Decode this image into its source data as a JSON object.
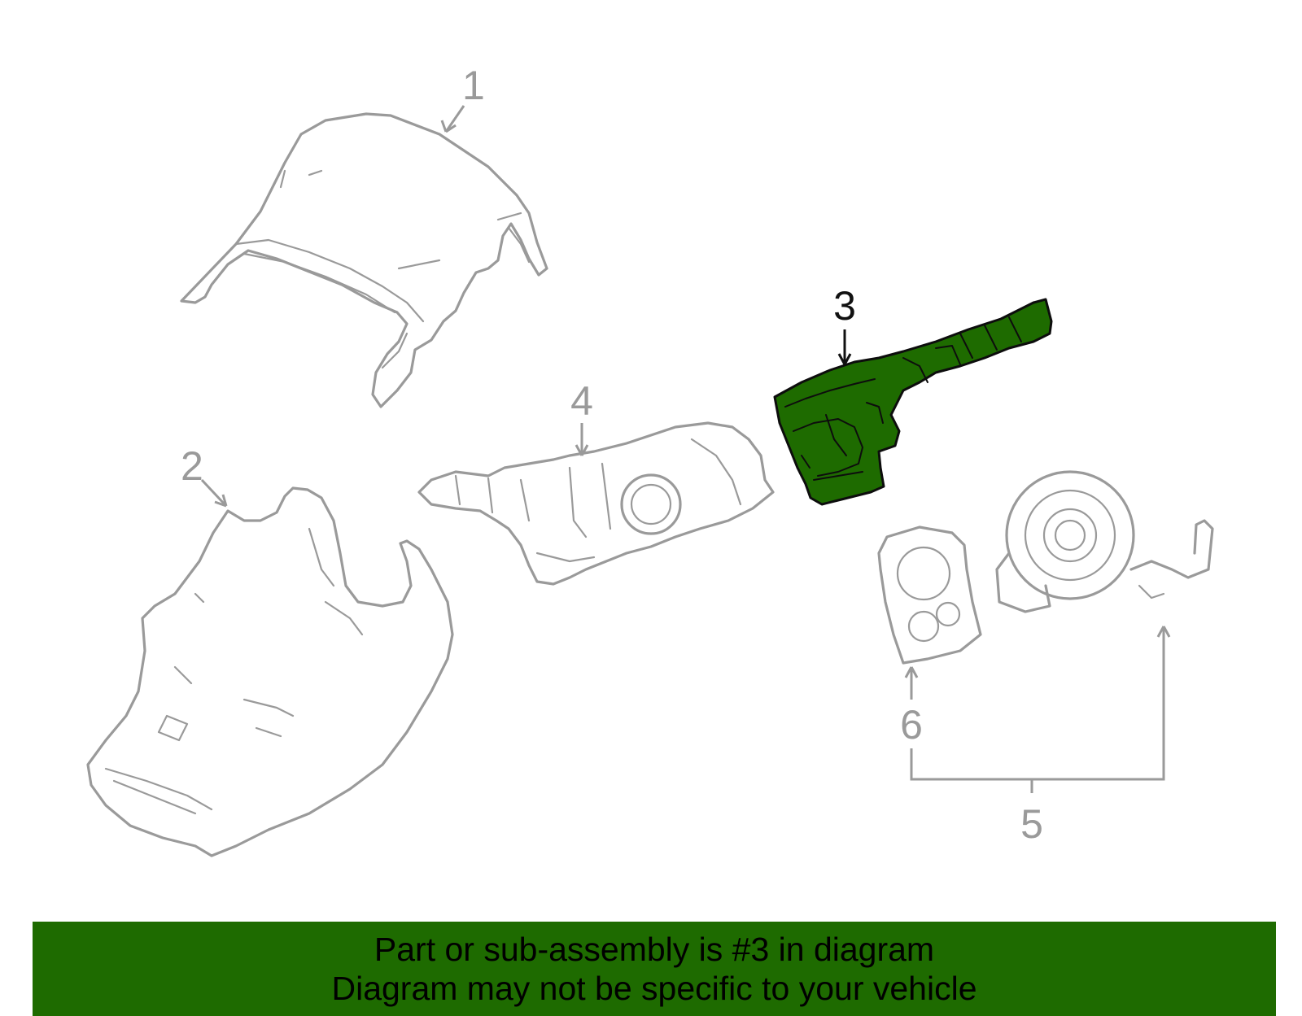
{
  "diagram": {
    "callouts": [
      "1",
      "2",
      "3",
      "4",
      "5",
      "6"
    ],
    "highlighted_part": "3",
    "colors": {
      "highlight": "#1e6b00",
      "outline": "#9a9a9a",
      "highlight_outline": "#0d0d0d"
    }
  },
  "banner": {
    "line1": "Part or sub-assembly is #3 in diagram",
    "line2": "Diagram may not be specific to your vehicle",
    "background": "#1e6b00"
  }
}
